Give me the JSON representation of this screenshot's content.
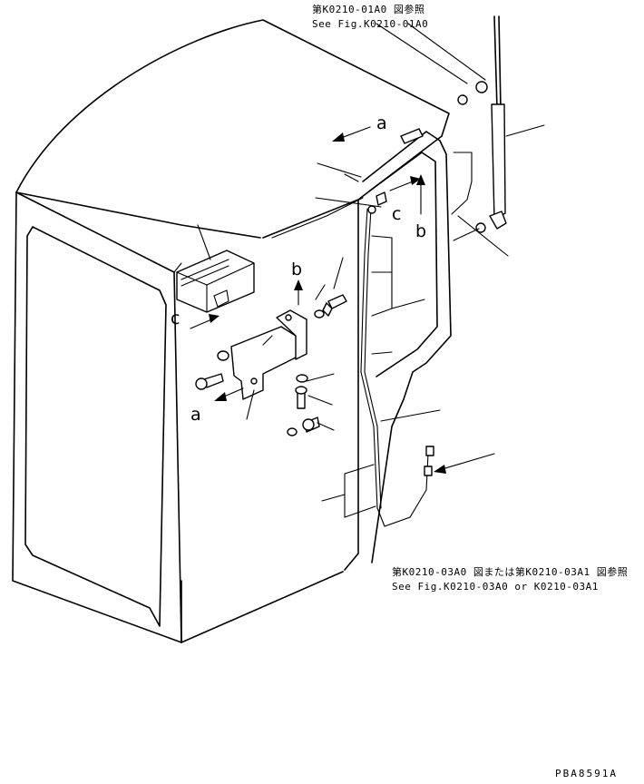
{
  "references": {
    "top_jp": "第K0210-01A0 図参照",
    "top_en": "See Fig.K0210-01A0",
    "bottom_jp": "第K0210-03A0 図または第K0210-03A1 図参照",
    "bottom_en": "See Fig.K0210-03A0 or K0210-03A1"
  },
  "view_letters": {
    "a": "a",
    "b": "b",
    "c": "c"
  },
  "drawing_code": "PBA8591A"
}
